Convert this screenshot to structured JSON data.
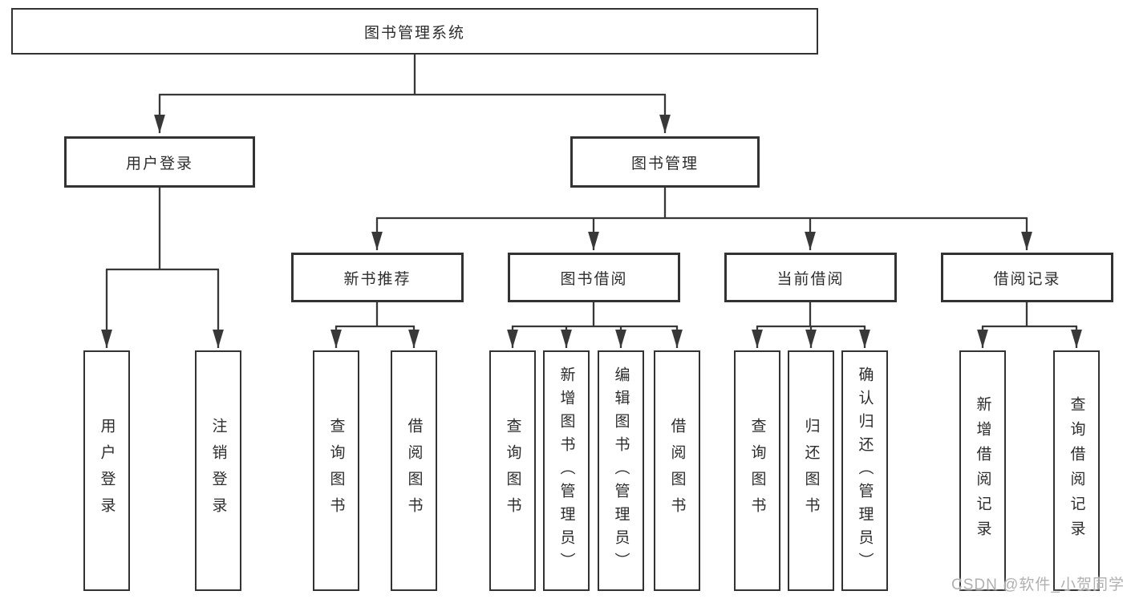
{
  "diagram_type": "hierarchy-tree",
  "watermark": "CSDN @软件_小贺同学",
  "colors": {
    "line": "#383838",
    "box_border": "#333333",
    "text": "#2d2d2d",
    "watermark": "#b0b0b0",
    "background": "#ffffff"
  },
  "tree": {
    "label": "图书管理系统",
    "children": [
      {
        "label": "用户登录",
        "children": [
          {
            "label": "用户登录"
          },
          {
            "label": "注销登录"
          }
        ]
      },
      {
        "label": "图书管理",
        "children": [
          {
            "label": "新书推荐",
            "children": [
              {
                "label": "查询图书"
              },
              {
                "label": "借阅图书"
              }
            ]
          },
          {
            "label": "图书借阅",
            "children": [
              {
                "label": "查询图书"
              },
              {
                "label": "新增图书（管理员）"
              },
              {
                "label": "编辑图书（管理员）"
              },
              {
                "label": "借阅图书"
              }
            ]
          },
          {
            "label": "当前借阅",
            "children": [
              {
                "label": "查询图书"
              },
              {
                "label": "归还图书"
              },
              {
                "label": "确认归还（管理员）"
              }
            ]
          },
          {
            "label": "借阅记录",
            "children": [
              {
                "label": "新增借阅记录"
              },
              {
                "label": "查询借阅记录"
              }
            ]
          }
        ]
      }
    ]
  }
}
